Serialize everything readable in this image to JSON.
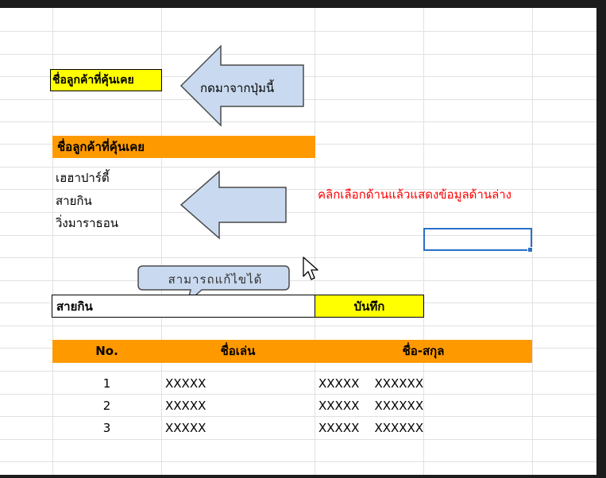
{
  "sheet": {
    "button_label": "ชื่อลูกค้าที่คุ้นเคย",
    "arrow1_text": "กดมาจากปุ่มนี้",
    "list_header": "ชื่อลูกค้าที่คุ้นเคย",
    "list_items": [
      "เฮฮาปาร์ตี้",
      "สายกิน",
      "วิ่งมาราธอน"
    ],
    "hint": "คลิกเลือกด้านแล้วแสดงข้อมูลด้านล่าง",
    "callout": "สามารถแก้ไขได้",
    "input_value": "สายกิน",
    "save_label": "บันทึก",
    "table": {
      "headers": [
        "No.",
        "ชื่อเล่น",
        "ชื่อ-สกุล"
      ],
      "rows": [
        [
          "1",
          "XXXXX",
          "XXXXX    XXXXXX"
        ],
        [
          "2",
          "XXXXX",
          "XXXXX    XXXXXX"
        ],
        [
          "3",
          "XXXXX",
          "XXXXX    XXXXXX"
        ]
      ]
    }
  },
  "colors": {
    "header_fill": "#ff9900",
    "highlight_fill": "#ffff00",
    "hint_text": "#ff0000",
    "arrow_fill": "#c9daf0",
    "selection": "#2a6fc9"
  }
}
